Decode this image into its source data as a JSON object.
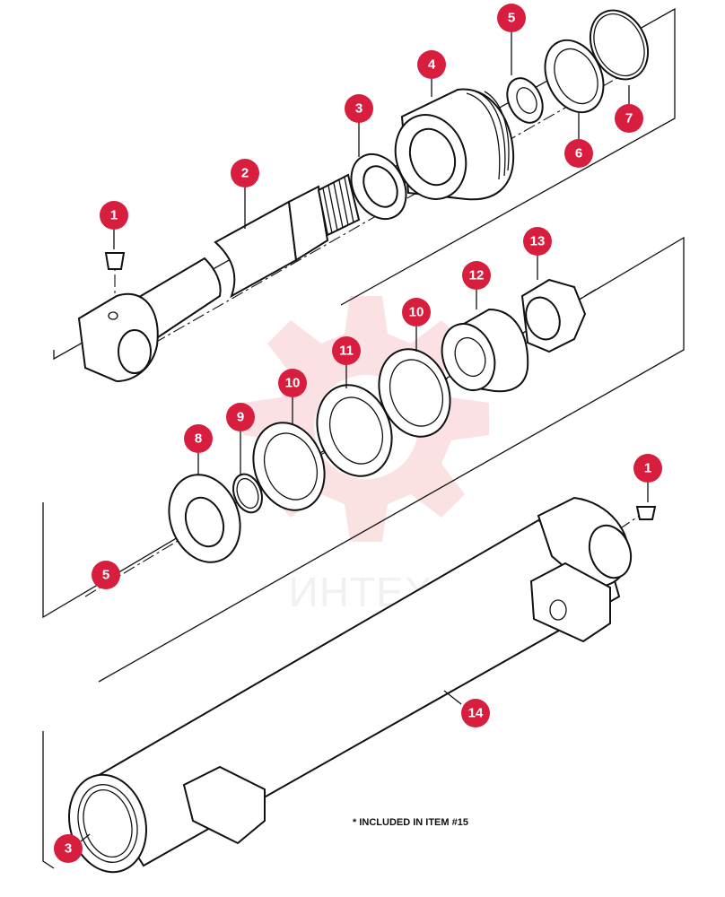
{
  "diagram": {
    "note": "* INCLUDED IN ITEM #15",
    "watermark": "ИНТЕХ",
    "colors": {
      "callout": "#d81e3f",
      "line": "#111111",
      "watermark": "#f7c9cc"
    },
    "callouts": [
      {
        "id": "c1a",
        "label": "1"
      },
      {
        "id": "c2",
        "label": "2"
      },
      {
        "id": "c3a",
        "label": "3"
      },
      {
        "id": "c4",
        "label": "4"
      },
      {
        "id": "c5a",
        "label": "5"
      },
      {
        "id": "c6",
        "label": "6"
      },
      {
        "id": "c7",
        "label": "7"
      },
      {
        "id": "c13",
        "label": "13"
      },
      {
        "id": "c12",
        "label": "12"
      },
      {
        "id": "c10a",
        "label": "10"
      },
      {
        "id": "c11",
        "label": "11"
      },
      {
        "id": "c10b",
        "label": "10"
      },
      {
        "id": "c9",
        "label": "9"
      },
      {
        "id": "c8",
        "label": "8"
      },
      {
        "id": "c5b",
        "label": "5"
      },
      {
        "id": "c1b",
        "label": "1"
      },
      {
        "id": "c14",
        "label": "14"
      },
      {
        "id": "c3b",
        "label": "3"
      }
    ]
  }
}
